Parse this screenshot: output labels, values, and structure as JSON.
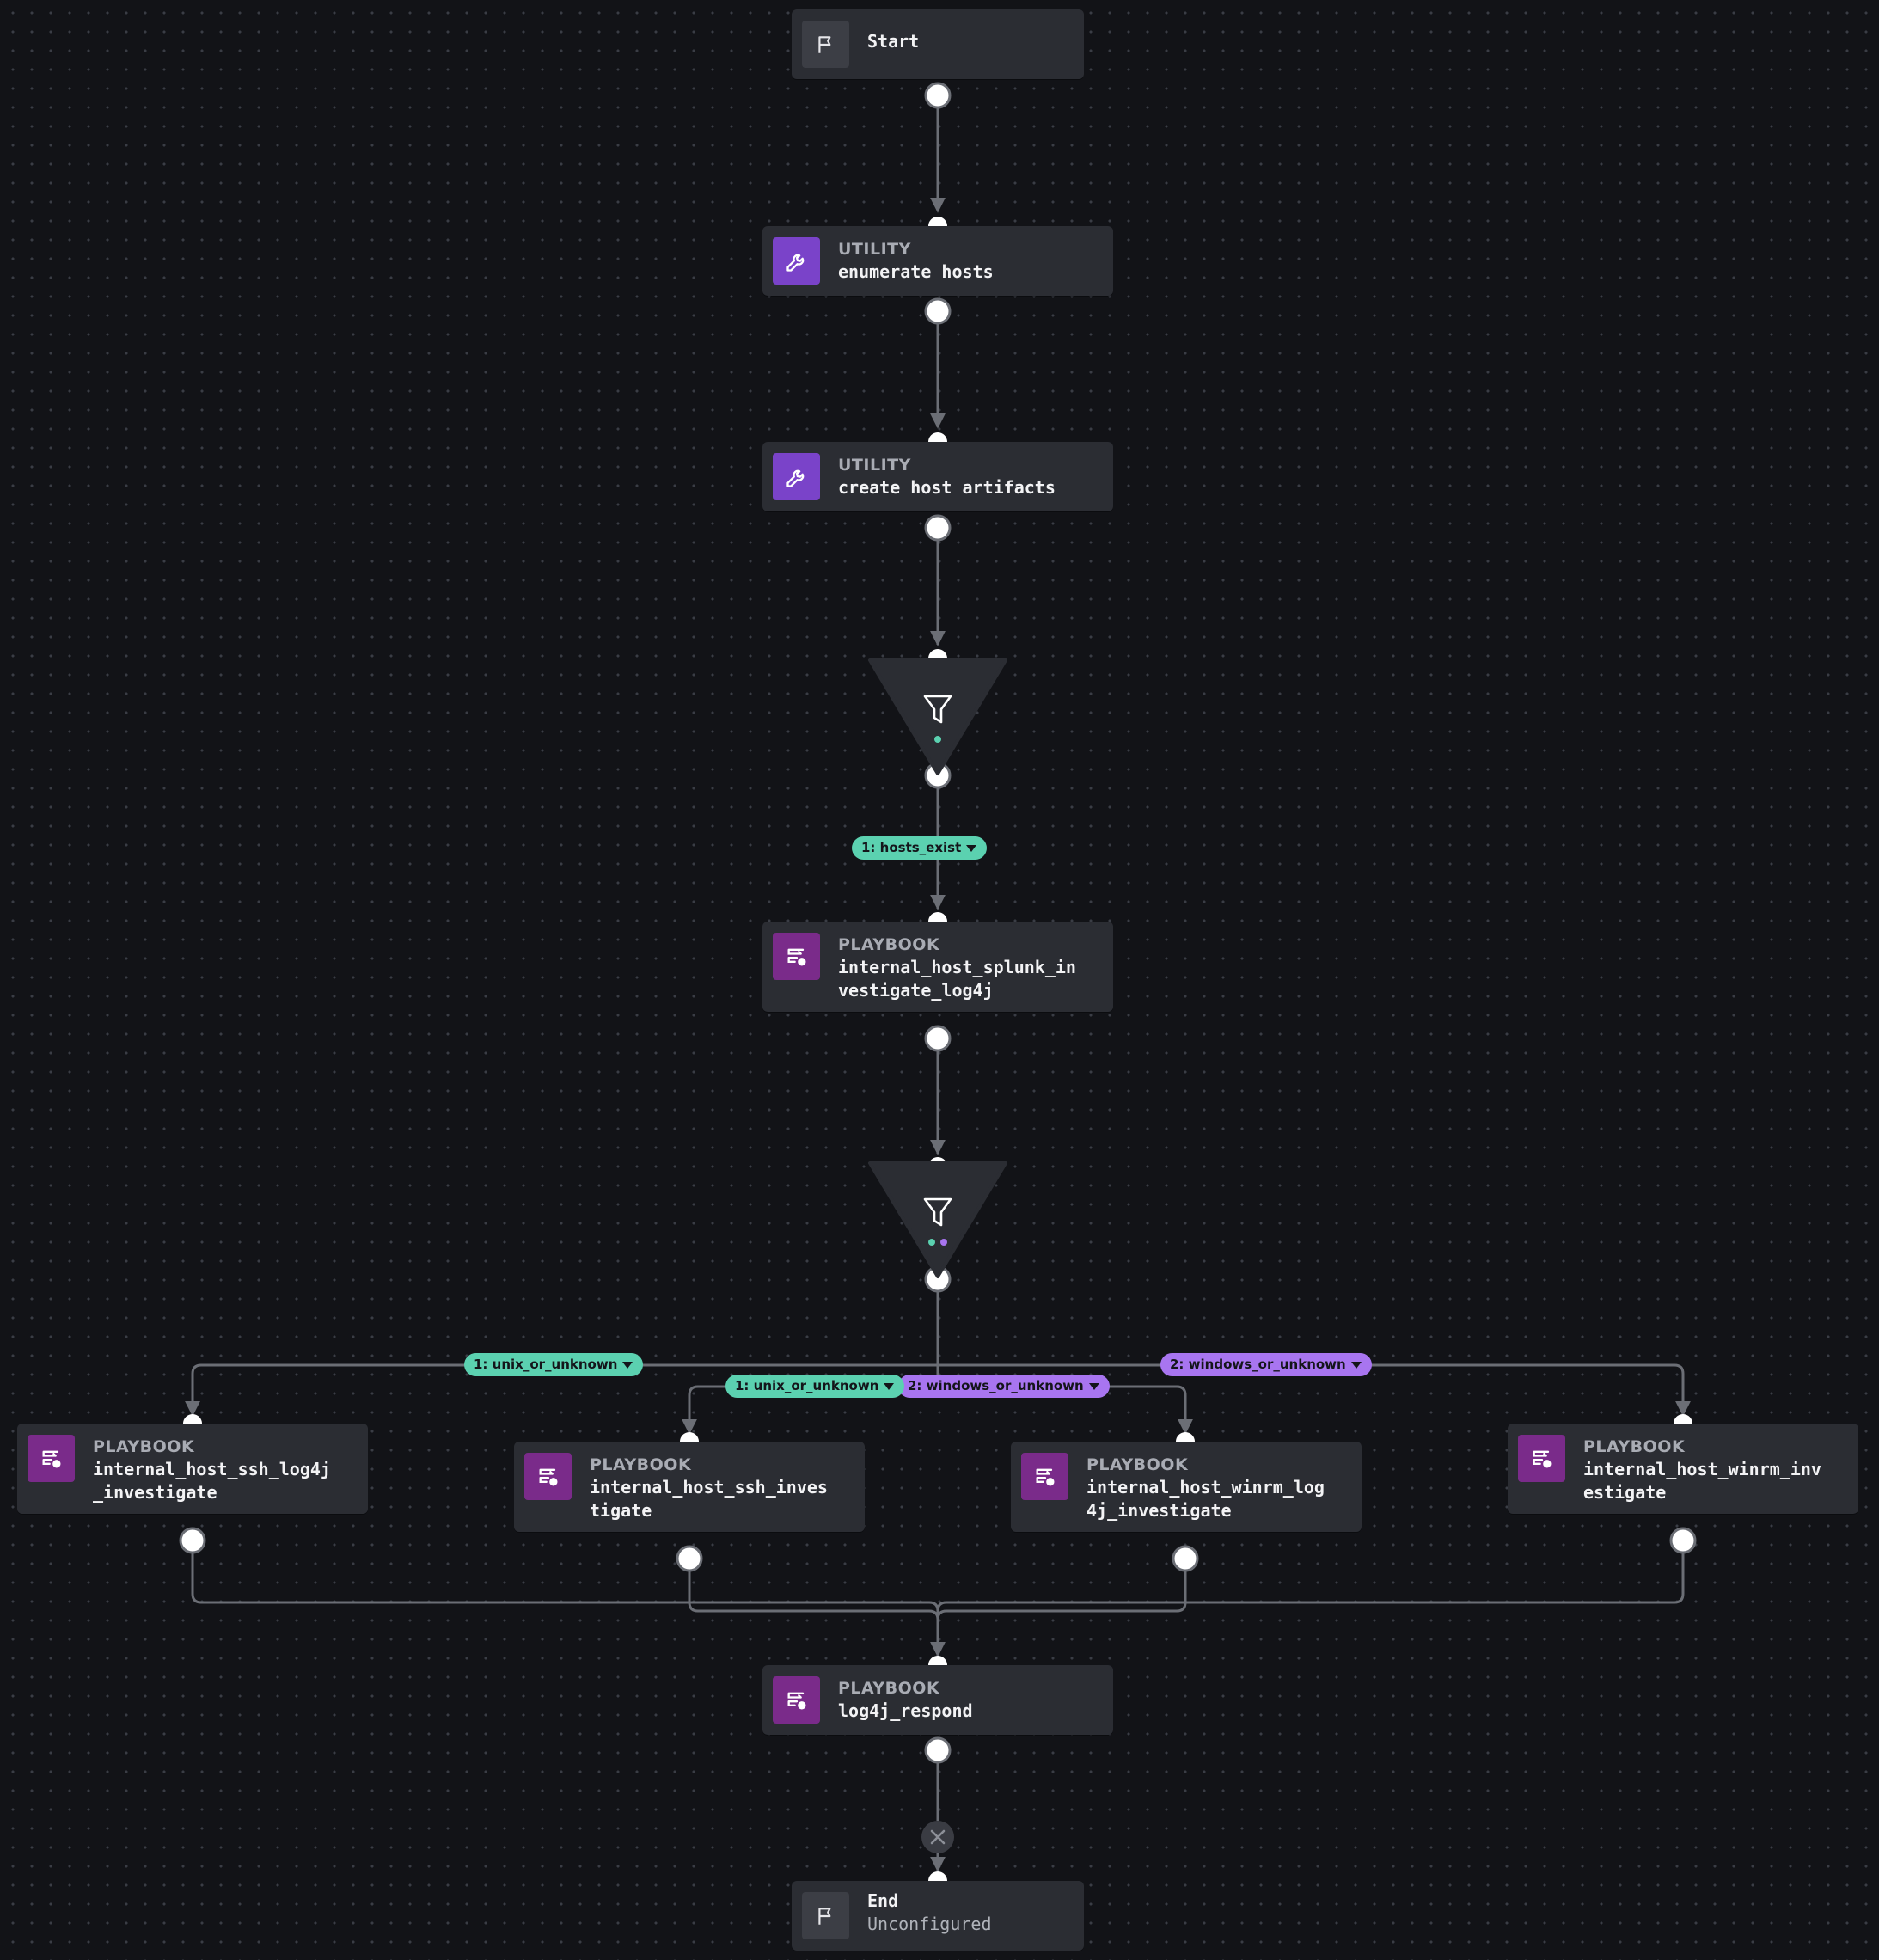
{
  "colors": {
    "background": "#121317",
    "node_bg": "#2b2d33",
    "utility_icon_bg": "#7a43c9",
    "playbook_icon_bg": "#7a2b8a",
    "condition_green": "#5bd1b0",
    "condition_purple": "#a875f0",
    "wire": "#6b6e75",
    "port": "#ffffff"
  },
  "nodes": {
    "start": {
      "label": "Start",
      "icon": "flag-icon"
    },
    "enumerate": {
      "type": "UTILITY",
      "name": "enumerate hosts",
      "icon": "wrench-icon"
    },
    "create": {
      "type": "UTILITY",
      "name": "create host artifacts",
      "icon": "wrench-icon"
    },
    "filter1": {
      "icon": "filter-icon",
      "condition_dots": [
        "#5bd1b0"
      ]
    },
    "splunk": {
      "type": "PLAYBOOK",
      "name": "internal_host_splunk_in\nvestigate_log4j",
      "icon": "playbook-icon"
    },
    "filter2": {
      "icon": "filter-icon",
      "condition_dots": [
        "#5bd1b0",
        "#a875f0"
      ]
    },
    "ssh_log4j": {
      "type": "PLAYBOOK",
      "name": "internal_host_ssh_log4j\n_investigate",
      "icon": "playbook-icon"
    },
    "ssh_inv": {
      "type": "PLAYBOOK",
      "name": "internal_host_ssh_inves\ntigate",
      "icon": "playbook-icon"
    },
    "winrm_log4j": {
      "type": "PLAYBOOK",
      "name": "internal_host_winrm_log\n4j_investigate",
      "icon": "playbook-icon"
    },
    "winrm_inv": {
      "type": "PLAYBOOK",
      "name": "internal_host_winrm_inv\nestigate",
      "icon": "playbook-icon"
    },
    "respond": {
      "type": "PLAYBOOK",
      "name": "log4j_respond",
      "icon": "playbook-icon"
    },
    "end": {
      "label": "End",
      "status": "Unconfigured",
      "icon": "flag-icon"
    }
  },
  "conditions": {
    "hosts_exist": "1: hosts_exist",
    "unix_left": "1: unix_or_unknown",
    "unix_center": "1: unix_or_unknown",
    "windows_center": "2: windows_or_unknown",
    "windows_right": "2: windows_or_unknown"
  },
  "disconnect": {
    "icon": "close-icon"
  }
}
